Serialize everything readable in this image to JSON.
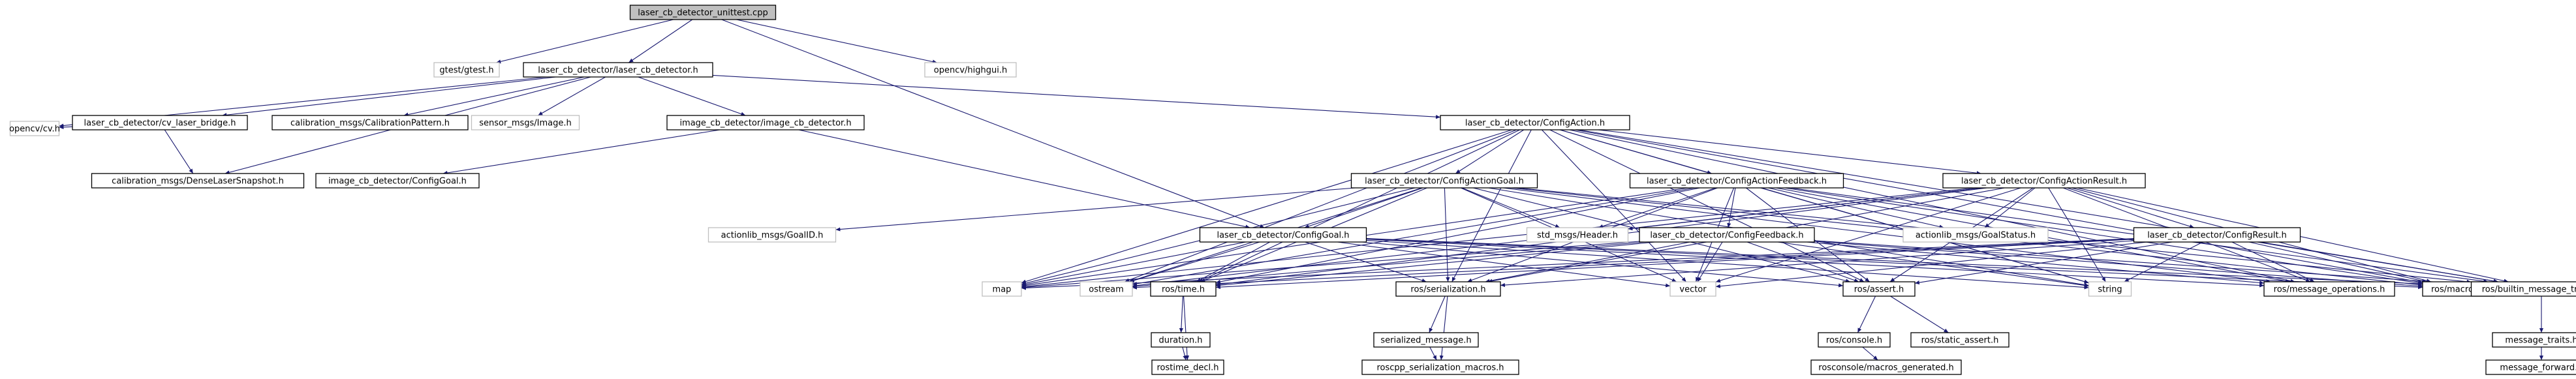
{
  "colors": {
    "edge": "#191970",
    "root_fill": "#bfbfbf",
    "linked_border": "#000000",
    "external_border": "#bfbfbf",
    "text": "#000000",
    "background": "#ffffff"
  },
  "graph": {
    "nodes": [
      {
        "id": "root",
        "label": "laser_cb_detector_unittest.cpp",
        "kind": "root"
      },
      {
        "id": "gtest",
        "label": "gtest/gtest.h",
        "kind": "external"
      },
      {
        "id": "lcd",
        "label": "laser_cb_detector/laser_cb_detector.h",
        "kind": "linked"
      },
      {
        "id": "highgui",
        "label": "opencv/highgui.h",
        "kind": "external"
      },
      {
        "id": "cvh",
        "label": "opencv/cv.h",
        "kind": "external"
      },
      {
        "id": "bridge",
        "label": "laser_cb_detector/cv_laser_bridge.h",
        "kind": "linked"
      },
      {
        "id": "calpattern",
        "label": "calibration_msgs/CalibrationPattern.h",
        "kind": "linked"
      },
      {
        "id": "sensorimg",
        "label": "sensor_msgs/Image.h",
        "kind": "external"
      },
      {
        "id": "icd",
        "label": "image_cb_detector/image_cb_detector.h",
        "kind": "linked"
      },
      {
        "id": "dls",
        "label": "calibration_msgs/DenseLaserSnapshot.h",
        "kind": "linked"
      },
      {
        "id": "icdgoal",
        "label": "image_cb_detector/ConfigGoal.h",
        "kind": "linked"
      },
      {
        "id": "ca",
        "label": "laser_cb_detector/ConfigAction.h",
        "kind": "linked"
      },
      {
        "id": "cag",
        "label": "laser_cb_detector/ConfigActionGoal.h",
        "kind": "linked"
      },
      {
        "id": "caf",
        "label": "laser_cb_detector/ConfigActionFeedback.h",
        "kind": "linked"
      },
      {
        "id": "car",
        "label": "laser_cb_detector/ConfigActionResult.h",
        "kind": "linked"
      },
      {
        "id": "goalid",
        "label": "actionlib_msgs/GoalID.h",
        "kind": "external"
      },
      {
        "id": "header",
        "label": "std_msgs/Header.h",
        "kind": "external"
      },
      {
        "id": "goalstatus",
        "label": "actionlib_msgs/GoalStatus.h",
        "kind": "external"
      },
      {
        "id": "lcdgoal",
        "label": "laser_cb_detector/ConfigGoal.h",
        "kind": "linked"
      },
      {
        "id": "lcdfb",
        "label": "laser_cb_detector/ConfigFeedback.h",
        "kind": "linked"
      },
      {
        "id": "lcdres",
        "label": "laser_cb_detector/ConfigResult.h",
        "kind": "linked"
      },
      {
        "id": "map",
        "label": "map",
        "kind": "external"
      },
      {
        "id": "ostream",
        "label": "ostream",
        "kind": "external"
      },
      {
        "id": "rostime",
        "label": "ros/time.h",
        "kind": "linked"
      },
      {
        "id": "rosser",
        "label": "ros/serialization.h",
        "kind": "linked"
      },
      {
        "id": "vector",
        "label": "vector",
        "kind": "external"
      },
      {
        "id": "rosassert",
        "label": "ros/assert.h",
        "kind": "linked"
      },
      {
        "id": "string",
        "label": "string",
        "kind": "external"
      },
      {
        "id": "rosmsgops",
        "label": "ros/message_operations.h",
        "kind": "linked"
      },
      {
        "id": "rosmacros",
        "label": "ros/macros.h",
        "kind": "linked"
      },
      {
        "id": "rosbuiltin",
        "label": "ros/builtin_message_traits.h",
        "kind": "linked"
      },
      {
        "id": "duration",
        "label": "duration.h",
        "kind": "linked"
      },
      {
        "id": "rostimedecl",
        "label": "rostime_decl.h",
        "kind": "linked"
      },
      {
        "id": "sermsg",
        "label": "serialized_message.h",
        "kind": "linked"
      },
      {
        "id": "roscppser",
        "label": "roscpp_serialization_macros.h",
        "kind": "linked"
      },
      {
        "id": "rosconsole",
        "label": "ros/console.h",
        "kind": "linked"
      },
      {
        "id": "staticassert",
        "label": "ros/static_assert.h",
        "kind": "linked"
      },
      {
        "id": "macrosgen",
        "label": "rosconsole/macros_generated.h",
        "kind": "linked"
      },
      {
        "id": "msgtraits",
        "label": "message_traits.h",
        "kind": "linked"
      },
      {
        "id": "msgforward",
        "label": "message_forward.h",
        "kind": "linked"
      }
    ],
    "edges": [
      [
        "root",
        "gtest"
      ],
      [
        "root",
        "lcd"
      ],
      [
        "root",
        "highgui"
      ],
      [
        "root",
        "lcdgoal"
      ],
      [
        "lcd",
        "cvh"
      ],
      [
        "lcd",
        "bridge"
      ],
      [
        "lcd",
        "calpattern"
      ],
      [
        "lcd",
        "sensorimg"
      ],
      [
        "lcd",
        "icd"
      ],
      [
        "lcd",
        "dls"
      ],
      [
        "lcd",
        "ca"
      ],
      [
        "bridge",
        "cvh"
      ],
      [
        "bridge",
        "dls"
      ],
      [
        "icd",
        "icdgoal"
      ],
      [
        "icd",
        "lcdgoal"
      ],
      [
        "ca",
        "cag"
      ],
      [
        "ca",
        "caf"
      ],
      [
        "ca",
        "car"
      ],
      [
        "ca",
        "map"
      ],
      [
        "ca",
        "ostream"
      ],
      [
        "ca",
        "rostime"
      ],
      [
        "ca",
        "rosser"
      ],
      [
        "ca",
        "string"
      ],
      [
        "ca",
        "rosmsgops"
      ],
      [
        "ca",
        "rosmacros"
      ],
      [
        "ca",
        "rosbuiltin"
      ],
      [
        "ca",
        "vector"
      ],
      [
        "ca",
        "rosassert"
      ],
      [
        "cag",
        "goalid"
      ],
      [
        "cag",
        "header"
      ],
      [
        "cag",
        "lcdgoal"
      ],
      [
        "cag",
        "map"
      ],
      [
        "cag",
        "ostream"
      ],
      [
        "cag",
        "rostime"
      ],
      [
        "cag",
        "rosser"
      ],
      [
        "cag",
        "vector"
      ],
      [
        "cag",
        "rosassert"
      ],
      [
        "cag",
        "string"
      ],
      [
        "cag",
        "rosmsgops"
      ],
      [
        "cag",
        "rosmacros"
      ],
      [
        "cag",
        "rosbuiltin"
      ],
      [
        "caf",
        "header"
      ],
      [
        "caf",
        "goalstatus"
      ],
      [
        "caf",
        "lcdfb"
      ],
      [
        "caf",
        "map"
      ],
      [
        "caf",
        "ostream"
      ],
      [
        "caf",
        "rostime"
      ],
      [
        "caf",
        "rosser"
      ],
      [
        "caf",
        "vector"
      ],
      [
        "caf",
        "rosassert"
      ],
      [
        "caf",
        "string"
      ],
      [
        "caf",
        "rosmsgops"
      ],
      [
        "caf",
        "rosmacros"
      ],
      [
        "caf",
        "rosbuiltin"
      ],
      [
        "car",
        "header"
      ],
      [
        "car",
        "goalstatus"
      ],
      [
        "car",
        "lcdres"
      ],
      [
        "car",
        "map"
      ],
      [
        "car",
        "ostream"
      ],
      [
        "car",
        "rostime"
      ],
      [
        "car",
        "rosser"
      ],
      [
        "car",
        "vector"
      ],
      [
        "car",
        "rosassert"
      ],
      [
        "car",
        "string"
      ],
      [
        "car",
        "rosmsgops"
      ],
      [
        "car",
        "rosmacros"
      ],
      [
        "car",
        "rosbuiltin"
      ],
      [
        "lcdgoal",
        "map"
      ],
      [
        "lcdgoal",
        "ostream"
      ],
      [
        "lcdgoal",
        "rostime"
      ],
      [
        "lcdgoal",
        "rosser"
      ],
      [
        "lcdgoal",
        "vector"
      ],
      [
        "lcdgoal",
        "rosassert"
      ],
      [
        "lcdgoal",
        "string"
      ],
      [
        "lcdgoal",
        "rosmsgops"
      ],
      [
        "lcdgoal",
        "rosmacros"
      ],
      [
        "lcdgoal",
        "rosbuiltin"
      ],
      [
        "lcdfb",
        "map"
      ],
      [
        "lcdfb",
        "ostream"
      ],
      [
        "lcdfb",
        "rostime"
      ],
      [
        "lcdfb",
        "rosser"
      ],
      [
        "lcdfb",
        "vector"
      ],
      [
        "lcdfb",
        "rosassert"
      ],
      [
        "lcdfb",
        "string"
      ],
      [
        "lcdfb",
        "rosmsgops"
      ],
      [
        "lcdfb",
        "rosmacros"
      ],
      [
        "lcdfb",
        "rosbuiltin"
      ],
      [
        "lcdres",
        "map"
      ],
      [
        "lcdres",
        "ostream"
      ],
      [
        "lcdres",
        "rostime"
      ],
      [
        "lcdres",
        "rosser"
      ],
      [
        "lcdres",
        "vector"
      ],
      [
        "lcdres",
        "rosassert"
      ],
      [
        "lcdres",
        "string"
      ],
      [
        "lcdres",
        "rosmsgops"
      ],
      [
        "lcdres",
        "rosmacros"
      ],
      [
        "lcdres",
        "rosbuiltin"
      ],
      [
        "rostime",
        "duration"
      ],
      [
        "rostime",
        "rostimedecl"
      ],
      [
        "duration",
        "rostimedecl"
      ],
      [
        "rosser",
        "sermsg"
      ],
      [
        "rosser",
        "roscppser"
      ],
      [
        "sermsg",
        "roscppser"
      ],
      [
        "rosassert",
        "rosconsole"
      ],
      [
        "rosassert",
        "staticassert"
      ],
      [
        "rosconsole",
        "macrosgen"
      ],
      [
        "rosbuiltin",
        "msgtraits"
      ],
      [
        "msgtraits",
        "msgforward"
      ]
    ]
  }
}
